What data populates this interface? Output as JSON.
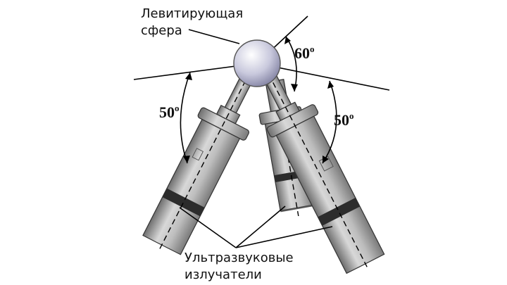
{
  "labels": {
    "sphere_line1": "Левитирующая",
    "sphere_line2": "сфера",
    "emitters_line1": "Ультразвуковые",
    "emitters_line2": "излучатели"
  },
  "angles": {
    "top_value": "60",
    "left_value": "50",
    "right_value": "50",
    "degree_mark": "o"
  },
  "colors": {
    "tube_light": "#d8d8d8",
    "tube_mid": "#a9a9a9",
    "tube_dark": "#6e6e6e",
    "band": "#2c2c2c",
    "sphere_light": "#ffffff",
    "sphere_dark": "#8c8cae",
    "line": "#000000"
  }
}
